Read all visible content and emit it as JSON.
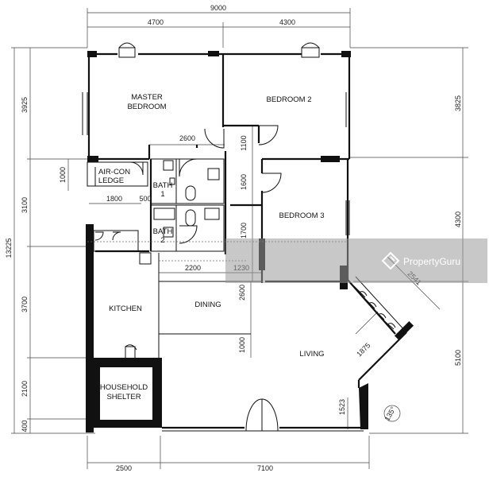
{
  "dimensions": {
    "top_total": "9000",
    "top_left": "4700",
    "top_right": "4300",
    "left_total": "13225",
    "left_1": "3925",
    "left_2": "3100",
    "left_3": "3700",
    "left_4": "2100",
    "left_5": "400",
    "right_1": "3825",
    "right_2": "4300",
    "right_3": "5100",
    "bottom_left": "2500",
    "bottom_right": "7100",
    "inner_2600_top": "2600",
    "inner_1100": "1100",
    "inner_1000_aircon": "1000",
    "inner_1800": "1800",
    "inner_500": "500",
    "inner_1600": "1600",
    "inner_1700": "1700",
    "inner_2200": "2200",
    "inner_1230": "1230",
    "inner_2600_dining": "2600",
    "inner_1000_dining": "1000",
    "inner_1523": "1523",
    "inner_1875": "1875",
    "inner_2541": "2541",
    "angle": "135°"
  },
  "rooms": {
    "master_line1": "MASTER",
    "master_line2": "BEDROOM",
    "bedroom2": "BEDROOM 2",
    "bedroom3": "BEDROOM 3",
    "aircon_line1": "AIR-CON",
    "aircon_line2": "LEDGE",
    "bath1_line1": "BATH",
    "bath1_line2": "1",
    "bath2_line1": "BATH",
    "bath2_line2": "2",
    "kitchen": "KITCHEN",
    "dining": "DINING",
    "living": "LIVING",
    "shelter_line1": "HOUSEHOLD",
    "shelter_line2": "SHELTER"
  },
  "watermark": {
    "text": "PropertyGuru"
  }
}
